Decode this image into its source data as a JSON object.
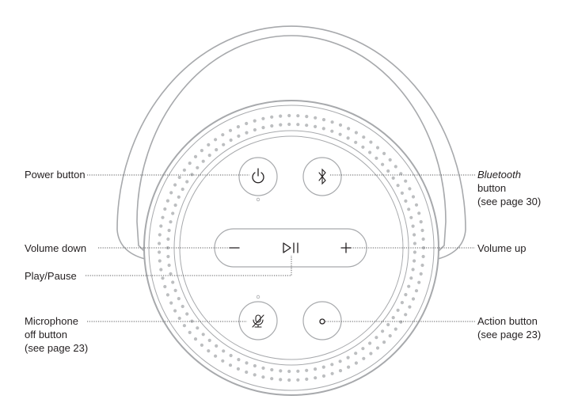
{
  "labels": {
    "power": "Power button",
    "volume_down": "Volume down",
    "play_pause": "Play/Pause",
    "mic_line1": "Microphone",
    "mic_line2": "off button",
    "mic_line3": "(see page 23)",
    "bt_line1": "Bluetooth",
    "bt_line2": "button",
    "bt_line3": "(see page 30)",
    "volume_up": "Volume up",
    "action_line1": "Action button",
    "action_line2": "(see page 23)"
  },
  "colors": {
    "outline": "#a7a9ac",
    "dots": "#bcbec0",
    "icon": "#231f20",
    "leader": "#58595b"
  }
}
